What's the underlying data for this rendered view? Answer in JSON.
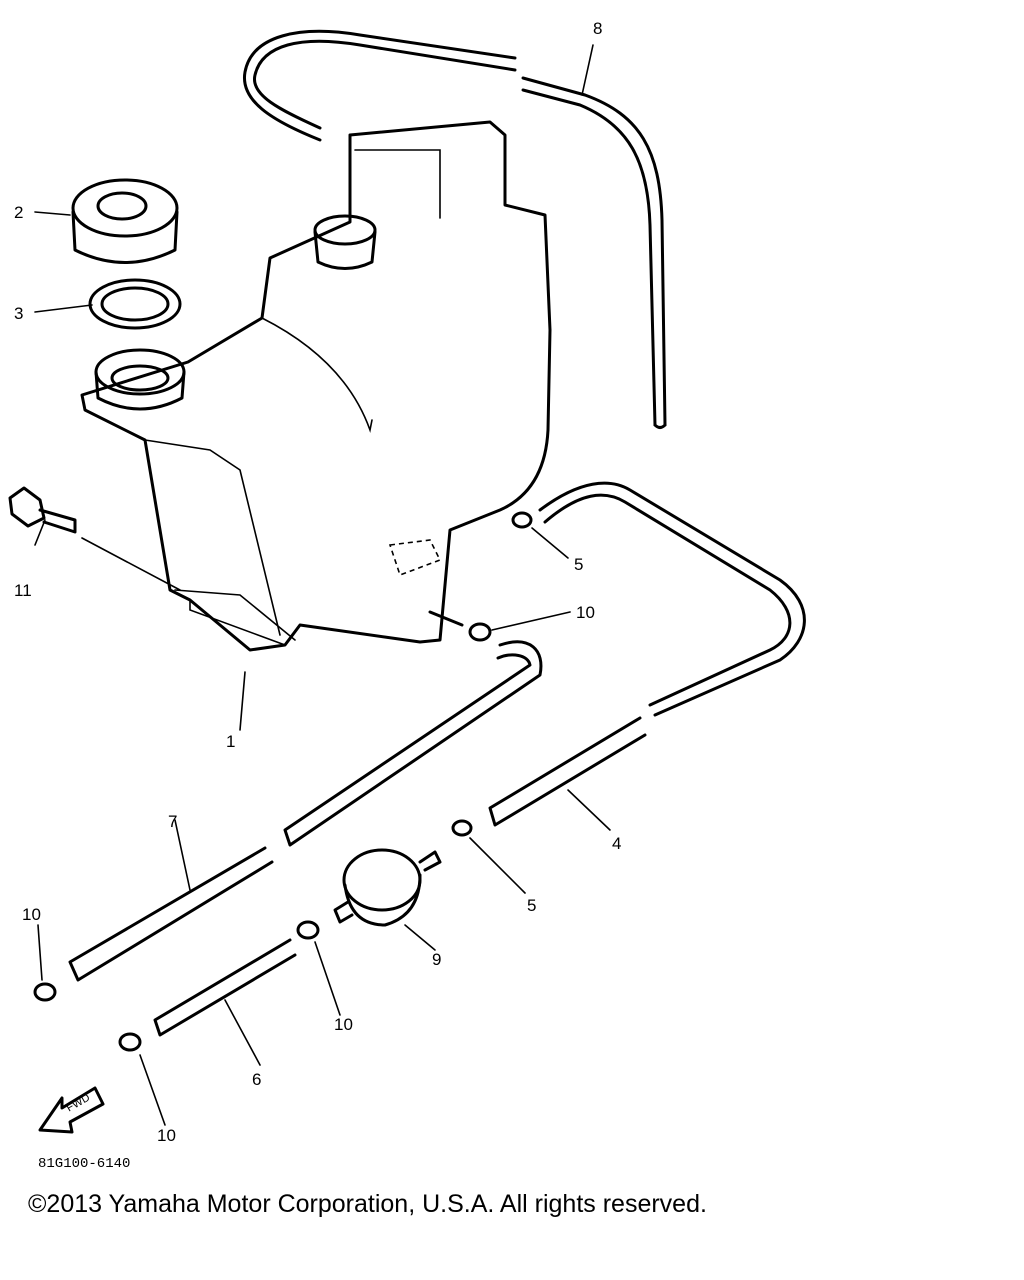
{
  "callouts": [
    {
      "id": "c1",
      "label": "1"
    },
    {
      "id": "c2",
      "label": "2"
    },
    {
      "id": "c3",
      "label": "3"
    },
    {
      "id": "c4",
      "label": "4"
    },
    {
      "id": "c5a",
      "label": "5"
    },
    {
      "id": "c5b",
      "label": "5"
    },
    {
      "id": "c6",
      "label": "6"
    },
    {
      "id": "c7",
      "label": "7"
    },
    {
      "id": "c8",
      "label": "8"
    },
    {
      "id": "c9",
      "label": "9"
    },
    {
      "id": "c10a",
      "label": "10"
    },
    {
      "id": "c10b",
      "label": "10"
    },
    {
      "id": "c10c",
      "label": "10"
    },
    {
      "id": "c10d",
      "label": "10"
    },
    {
      "id": "c11",
      "label": "11"
    }
  ],
  "fwd_arrow_text": "FWD",
  "ref_code": "81G100-6140",
  "copyright": "©2013 Yamaha Motor Corporation, U.S.A. All rights reserved."
}
